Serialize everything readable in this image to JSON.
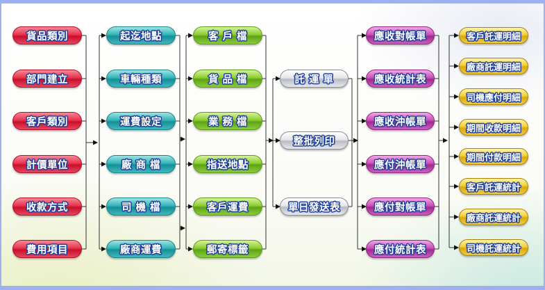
{
  "diagram": {
    "column_basic_settings": {
      "color": "#e2344c",
      "items": [
        "貨品類別",
        "部門建立",
        "客戶類別",
        "計價單位",
        "收款方式",
        "費用項目"
      ]
    },
    "column_master_data_1": {
      "color": "#2ba8ad",
      "items": [
        "起迄地點",
        "車輛種類",
        "運費設定",
        "廠 商 檔",
        "司 機 檔",
        "廠商運費"
      ]
    },
    "column_master_data_2": {
      "color": "#7cc12a",
      "items": [
        "客 戶 檔",
        "貨 品 檔",
        "業 務 檔",
        "指送地點",
        "客戶運費",
        "郵寄標籤"
      ]
    },
    "column_operations": {
      "color": "#c4c7cc",
      "items": [
        "託 運 單",
        "整批列印",
        "單日發送表"
      ]
    },
    "column_accounting": {
      "color": "#b83da6",
      "items": [
        "應收對帳單",
        "應收統計表",
        "應收沖帳單",
        "應付沖帳單",
        "應付對帳單",
        "應付統計表"
      ]
    },
    "column_reports": {
      "color": "#eac228",
      "items": [
        "客戶託運明細",
        "廠商託運明細",
        "司機應付明細",
        "期間收款明細",
        "期間付款明細",
        "客戶託運統計",
        "廠商託運統計",
        "司機託運統計"
      ]
    }
  }
}
